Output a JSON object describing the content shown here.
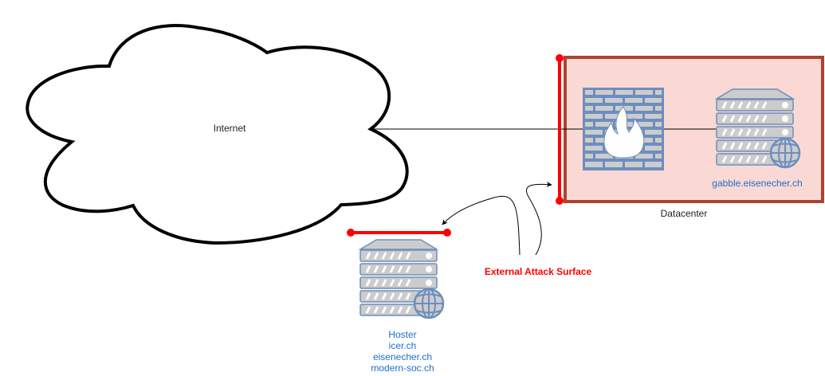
{
  "internet": {
    "label": "Internet"
  },
  "datacenter": {
    "label": "Datacenter",
    "server_label": "gabble.eisenecher.ch"
  },
  "hoster": {
    "lines": [
      "Hoster",
      "icer.ch",
      "eisenecher.ch",
      "modern-soc.ch"
    ]
  },
  "attack_surface": {
    "label": "External Attack Surface"
  },
  "colors": {
    "surface_red": "#ff0000",
    "datacenter_border": "#ae4132",
    "datacenter_fill": "#fad9d5",
    "icon_stroke": "#6c8ebf",
    "icon_fill": "#cccccc",
    "icon_blue": "#6c8ebf",
    "label_blue": "#1f6fc5"
  }
}
